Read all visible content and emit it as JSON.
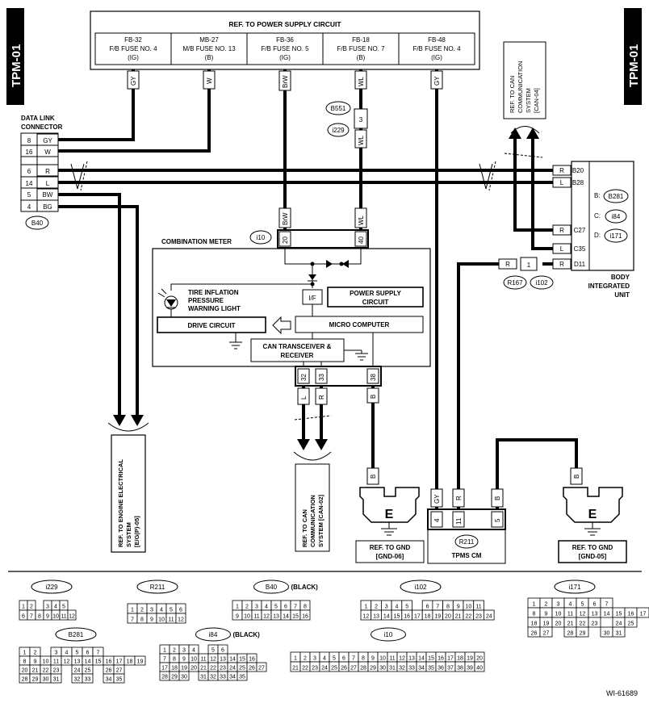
{
  "page_tag": "TPM-01",
  "power_header": {
    "title": "REF. TO POWER SUPPLY CIRCUIT",
    "fuses": [
      {
        "line1": "FB-32",
        "line2": "F/B FUSE NO. 4",
        "line3": "(IG)",
        "wire": "GY"
      },
      {
        "line1": "MB-27",
        "line2": "M/B FUSE NO. 13",
        "line3": "(B)",
        "wire": "W"
      },
      {
        "line1": "FB-36",
        "line2": "F/B FUSE NO. 5",
        "line3": "(IG)",
        "wire": "BrW"
      },
      {
        "line1": "FB-18",
        "line2": "F/B FUSE NO. 7",
        "line3": "(B)",
        "wire": "WL"
      },
      {
        "line1": "FB-48",
        "line2": "F/B FUSE NO. 4",
        "line3": "(IG)",
        "wire": "GY"
      }
    ]
  },
  "can04_ref": [
    "REF. TO CAN",
    "COMMUNICATION",
    "SYSTEM",
    "[CAN-04]"
  ],
  "dlc": {
    "label1": "DATA LINK",
    "label2": "CONNECTOR",
    "connector": "B40",
    "rows": [
      {
        "pin": "8",
        "wire": "GY"
      },
      {
        "pin": "16",
        "wire": "W"
      },
      {
        "pin": "6",
        "wire": "R"
      },
      {
        "pin": "14",
        "wire": "L"
      },
      {
        "pin": "5",
        "wire": "BW"
      },
      {
        "pin": "4",
        "wire": "BG"
      }
    ]
  },
  "b551": {
    "label": "B551",
    "sub": "i229",
    "pin": "3",
    "wire": "WL"
  },
  "bcm": {
    "title1": "BODY",
    "title2": "INTEGRATED",
    "title3": "UNIT",
    "connectors": [
      {
        "prefix": "B:",
        "name": "B281"
      },
      {
        "prefix": "C:",
        "name": "i84"
      },
      {
        "prefix": "D:",
        "name": "i171"
      }
    ],
    "pins": [
      {
        "pin": "B20",
        "wire": "R"
      },
      {
        "pin": "B28",
        "wire": "L"
      },
      {
        "pin": "C27",
        "wire": "R"
      },
      {
        "pin": "C35",
        "wire": "L"
      },
      {
        "pin": "D11",
        "wire": "R"
      }
    ]
  },
  "meter": {
    "title": "COMBINATION METER",
    "connector": "i10",
    "pin_in_left": "20",
    "pin_in_right": "40",
    "wire_left": "BrW",
    "wire_right": "WL",
    "warning1": "TIRE INFLATION",
    "warning2": "PRESSURE",
    "warning3": "WARNING LIGHT",
    "interface": "I/F",
    "power1": "POWER SUPPLY",
    "power2": "CIRCUIT",
    "drive": "DRIVE CIRCUIT",
    "micro": "MICRO COMPUTER",
    "can1": "CAN TRANSCEIVER &",
    "can2": "RECEIVER",
    "out_pins": [
      "32",
      "33",
      "38"
    ],
    "out_wires": [
      "L",
      "R",
      "B"
    ]
  },
  "r167": {
    "left": "R167",
    "right": "i102",
    "pin": "1",
    "wire_left": "R",
    "wire_right": "R"
  },
  "engine_ref": [
    "REF. TO ENGINE ELECTRICAL",
    "SYSTEM",
    "[E/G(P)-05]"
  ],
  "can02_ref": [
    "REF. TO CAN",
    "COMMUNICATION",
    "SYSTEM [CAN-02]"
  ],
  "gnd06": {
    "letter": "E",
    "wire": "B",
    "ref1": "REF. TO GND",
    "ref2": "[GND-06]"
  },
  "gnd05": {
    "letter": "E",
    "wire": "B",
    "ref1": "REF. TO GND",
    "ref2": "[GND-05]"
  },
  "tpms": {
    "title": "TPMS CM",
    "connector": "R211",
    "pins": [
      {
        "pin": "4",
        "wire": "GY"
      },
      {
        "pin": "11",
        "wire": "R"
      },
      {
        "pin": "5",
        "wire": "B"
      }
    ]
  },
  "connector_views": {
    "i229": {
      "name": "i229",
      "rows": [
        [
          "1",
          "2",
          "",
          "3",
          "4",
          "5"
        ],
        [
          "6",
          "7",
          "8",
          "9",
          "10",
          "11",
          "12"
        ]
      ]
    },
    "R211": {
      "name": "R211",
      "rows": [
        [
          "1",
          "2",
          "3",
          "4",
          "5",
          "6"
        ],
        [
          "7",
          "8",
          "9",
          "10",
          "11",
          "12"
        ]
      ]
    },
    "B40": {
      "name": "B40",
      "suffix": "(BLACK)",
      "rows": [
        [
          "1",
          "2",
          "3",
          "4",
          "5",
          "6",
          "7",
          "8"
        ],
        [
          "9",
          "10",
          "11",
          "12",
          "13",
          "14",
          "15",
          "16"
        ]
      ]
    },
    "i102": {
      "name": "i102",
      "rows": [
        [
          "1",
          "2",
          "3",
          "4",
          "5",
          "",
          "6",
          "7",
          "8",
          "9",
          "10",
          "11"
        ],
        [
          "12",
          "13",
          "14",
          "15",
          "16",
          "17",
          "18",
          "19",
          "20",
          "21",
          "22",
          "23",
          "24"
        ]
      ]
    },
    "i171": {
      "prefix": "D:",
      "name": "i171",
      "rows": [
        [
          "1",
          "2",
          "3",
          "4",
          "5",
          "6",
          "7"
        ],
        [
          "8",
          "9",
          "10",
          "11",
          "12",
          "13",
          "14",
          "15",
          "16",
          "17"
        ],
        [
          "18",
          "19",
          "20",
          "21",
          "22",
          "23",
          "",
          "24",
          "25"
        ],
        [
          "26",
          "27",
          "",
          "28",
          "29",
          "",
          "30",
          "31"
        ]
      ]
    },
    "B281": {
      "prefix": "B:",
      "name": "B281",
      "rows": [
        [
          "1",
          "2",
          "",
          "3",
          "4",
          "5",
          "6",
          "7"
        ],
        [
          "8",
          "9",
          "10",
          "11",
          "12",
          "13",
          "14",
          "15",
          "16",
          "17",
          "18",
          "19"
        ],
        [
          "20",
          "21",
          "22",
          "23",
          "",
          "24",
          "25",
          "",
          "26",
          "27"
        ],
        [
          "28",
          "29",
          "30",
          "31",
          "",
          "32",
          "33",
          "",
          "34",
          "35"
        ]
      ]
    },
    "i84": {
      "prefix": "C:",
      "name": "i84",
      "suffix": "(BLACK)",
      "rows": [
        [
          "1",
          "2",
          "3",
          "4",
          "",
          "5",
          "6"
        ],
        [
          "7",
          "8",
          "9",
          "10",
          "11",
          "12",
          "13",
          "14",
          "15",
          "16"
        ],
        [
          "17",
          "18",
          "19",
          "20",
          "21",
          "22",
          "23",
          "24",
          "25",
          "26",
          "27"
        ],
        [
          "28",
          "29",
          "30",
          "",
          "31",
          "32",
          "33",
          "34",
          "35"
        ]
      ]
    },
    "i10": {
      "name": "i10",
      "rows": [
        [
          "1",
          "2",
          "3",
          "4",
          "5",
          "6",
          "7",
          "8",
          "9",
          "10",
          "11",
          "12",
          "13",
          "14",
          "15",
          "16",
          "17",
          "18",
          "19",
          "20"
        ],
        [
          "21",
          "22",
          "23",
          "24",
          "25",
          "26",
          "27",
          "28",
          "29",
          "30",
          "31",
          "32",
          "33",
          "34",
          "35",
          "36",
          "37",
          "38",
          "39",
          "40"
        ]
      ]
    }
  },
  "figure_id": "WI-61689"
}
